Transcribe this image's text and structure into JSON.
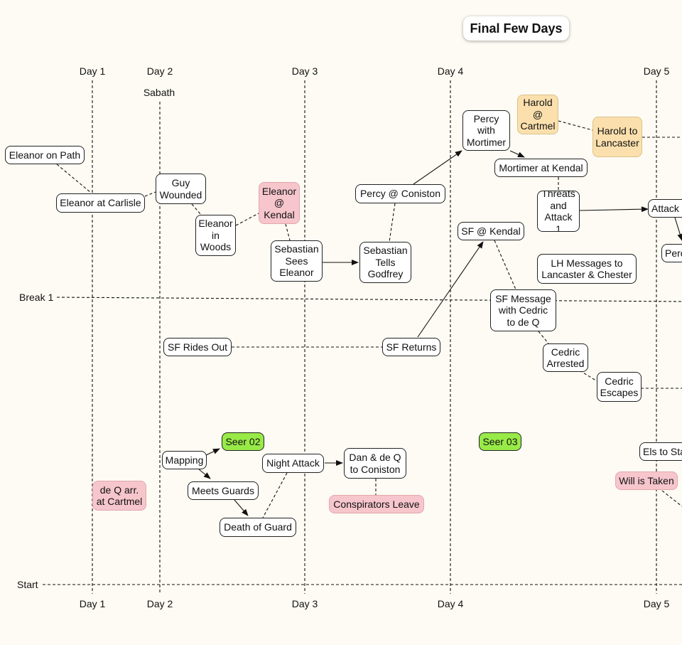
{
  "title": "Final Few Days",
  "days_top": [
    "Day 1",
    "Day 2",
    "Day 3",
    "Day 4",
    "Day 5"
  ],
  "days_bottom": [
    "Day 1",
    "Day 2",
    "Day 3",
    "Day 4",
    "Day 5"
  ],
  "sabath": "Sabath",
  "break_label": "Break 1",
  "start_label": "Start",
  "nodes": {
    "harold_cartmel": "Harold @ Cartmel",
    "harold_lancaster": "Harold to Lancaster",
    "percy_mortimer": "Percy with Mortimer",
    "eleanor_path": "Eleanor on Path",
    "mortimer_kendal": "Mortimer at Kendal",
    "guy_wounded": "Guy Wounded",
    "eleanor_carlisle": "Eleanor at Carlisle",
    "eleanor_kendal": "Eleanor @ Kendal",
    "percy_coniston": "Percy @ Coniston",
    "threats_attack": "Threats and Attack 1",
    "attack_partial": "Attack",
    "eleanor_woods": "Eleanor in Woods",
    "sf_kendal": "SF @ Kendal",
    "sebastian_sees": "Sebastian Sees Eleanor",
    "sebastian_tells": "Sebastian Tells Godfrey",
    "perc_partial": "Perc",
    "lh_messages": "LH Messages to Lancaster & Chester",
    "sf_message": "SF Message with Cedric to de Q",
    "sf_rides_out": "SF Rides Out",
    "sf_returns": "SF Returns",
    "cedric_arrested": "Cedric Arrested",
    "cedric_escapes": "Cedric Escapes",
    "seer_02": "Seer 02",
    "seer_03": "Seer 03",
    "els_partial": "Els to Sta",
    "mapping": "Mapping",
    "night_attack": "Night Attack",
    "dan_deq": "Dan & de Q to Coniston",
    "will_taken": "Will is Taken",
    "deq_cartmel": "de Q arr. at Cartmel",
    "meets_guards": "Meets Guards",
    "conspirators_leave": "Conspirators Leave",
    "death_of_guard": "Death of Guard"
  },
  "colors": {
    "background": "#fdfbf3",
    "pink": "#f6c6cc",
    "orange": "#fbe0ae",
    "green": "#98ea48",
    "line": "#111111"
  }
}
